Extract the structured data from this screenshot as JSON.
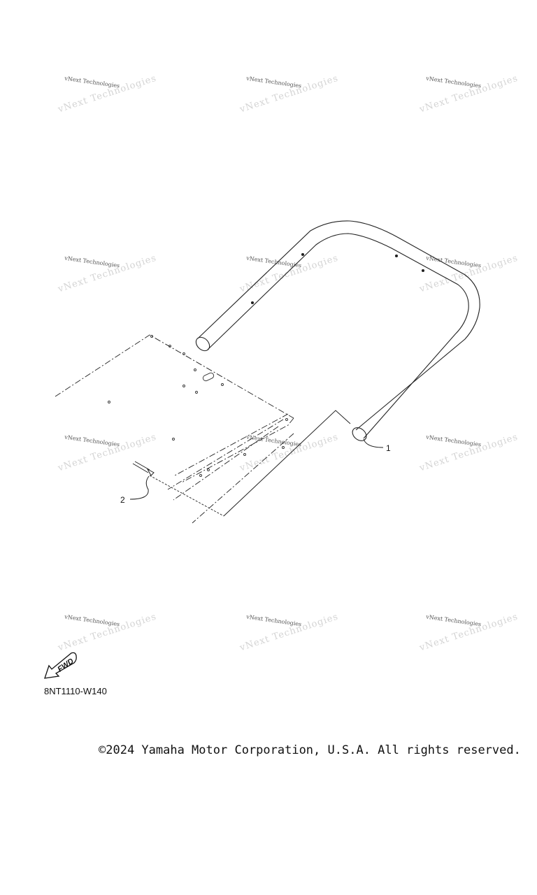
{
  "watermark": {
    "line1": "vNext Technologies",
    "line2": "vNext Technologies"
  },
  "diagram": {
    "callouts": [
      {
        "number": "1",
        "part": "roll-bar-tube"
      },
      {
        "number": "2",
        "part": "bolt"
      }
    ]
  },
  "fwd_label": "FWD",
  "part_code": "8NT1110-W140",
  "copyright": "©2024 Yamaha Motor Corporation, U.S.A. All rights reserved."
}
